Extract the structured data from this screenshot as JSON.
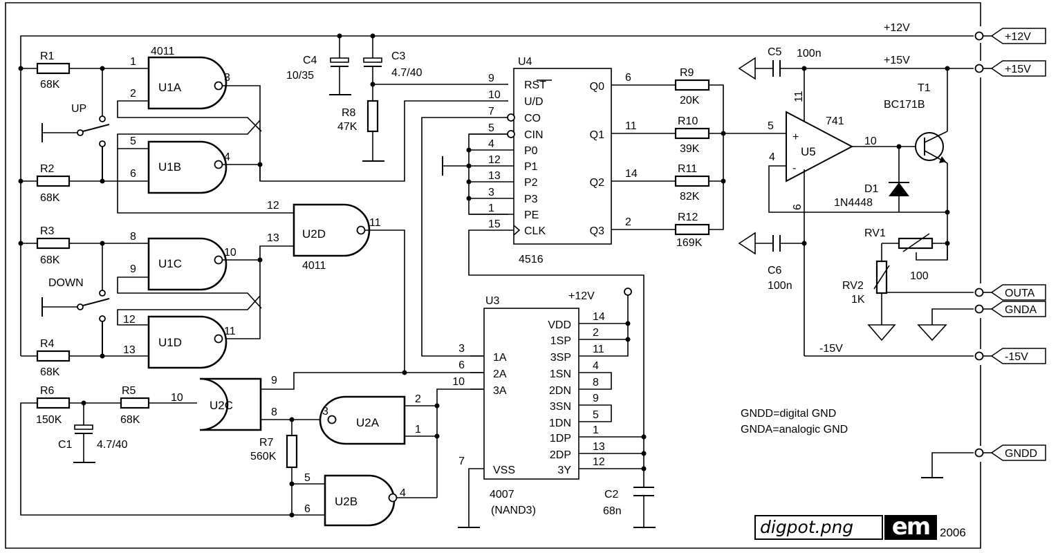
{
  "rails": {
    "p12": "+12V",
    "p15": "+15V",
    "m15": "-15V",
    "vcc_u3": "+12V"
  },
  "connectors": [
    {
      "id": "c-p12",
      "label": "+12V"
    },
    {
      "id": "c-p15",
      "label": "+15V"
    },
    {
      "id": "c-outa",
      "label": "OUTA"
    },
    {
      "id": "c-gnda",
      "label": "GNDA"
    },
    {
      "id": "c-m15",
      "label": "-15V"
    },
    {
      "id": "c-gndd",
      "label": "GNDD"
    }
  ],
  "resistors": {
    "R1": {
      "name": "R1",
      "value": "68K"
    },
    "R2": {
      "name": "R2",
      "value": "68K"
    },
    "R3": {
      "name": "R3",
      "value": "68K"
    },
    "R4": {
      "name": "R4",
      "value": "68K"
    },
    "R5": {
      "name": "R5",
      "value": "68K"
    },
    "R6": {
      "name": "R6",
      "value": "150K"
    },
    "R7": {
      "name": "R7",
      "value": "560K"
    },
    "R8": {
      "name": "R8",
      "value": "47K"
    },
    "R9": {
      "name": "R9",
      "value": "20K"
    },
    "R10": {
      "name": "R10",
      "value": "39K"
    },
    "R11": {
      "name": "R11",
      "value": "82K"
    },
    "R12": {
      "name": "R12",
      "value": "169K"
    }
  },
  "capacitors": {
    "C1": {
      "name": "C1",
      "value": "4.7/40"
    },
    "C2": {
      "name": "C2",
      "value": "68n"
    },
    "C3": {
      "name": "C3",
      "value": "4.7/40"
    },
    "C4": {
      "name": "C4",
      "value": "10/35"
    },
    "C5": {
      "name": "C5",
      "value": "100n"
    },
    "C6": {
      "name": "C6",
      "value": "100n"
    }
  },
  "switches": {
    "up": "UP",
    "down": "DOWN"
  },
  "gates": {
    "U1A": "U1A",
    "U1B": "U1B",
    "U1C": "U1C",
    "U1D": "U1D",
    "U2A": "U2A",
    "U2B": "U2B",
    "U2C": "U2C",
    "U2D": "U2D",
    "u1_type": "4011",
    "u2_type": "4011"
  },
  "u4": {
    "ref": "U4",
    "type": "4516",
    "left_pins": [
      "RST",
      "U/D",
      "CO",
      "CIN",
      "P0",
      "P1",
      "P2",
      "P3",
      "PE",
      "CLK"
    ],
    "left_nums": [
      "9",
      "10",
      "7",
      "5",
      "4",
      "12",
      "13",
      "3",
      "1",
      "15"
    ],
    "right_pins": [
      "Q0",
      "Q1",
      "Q2",
      "Q3"
    ],
    "right_nums": [
      "6",
      "11",
      "14",
      "2"
    ]
  },
  "u3": {
    "ref": "U3",
    "type": "4007",
    "subtitle": "(NAND3)",
    "left_pins": [
      "1A",
      "2A",
      "3A",
      "VSS"
    ],
    "left_nums": [
      "3",
      "6",
      "10",
      "7"
    ],
    "right_pins": [
      "VDD",
      "1SP",
      "3SP",
      "1SN",
      "2DN",
      "3SN",
      "1DN",
      "1DP",
      "2DP",
      "3Y"
    ],
    "right_nums": [
      "14",
      "2",
      "11",
      "4",
      "8",
      "9",
      "5",
      "1",
      "13",
      "12"
    ]
  },
  "u5": {
    "ref": "U5",
    "type": "741",
    "plus": "+",
    "minus": "-",
    "pin_in_p": "5",
    "pin_in_m": "4",
    "pin_out": "10",
    "pin_vp": "11",
    "pin_vm": "6"
  },
  "t1": {
    "ref": "T1",
    "type": "BC171B"
  },
  "d1": {
    "ref": "D1",
    "type": "1N4448"
  },
  "rv1": {
    "ref": "RV1",
    "value": "100"
  },
  "rv2": {
    "ref": "RV2",
    "value": "1K"
  },
  "pins": {
    "u1a": [
      "1",
      "2",
      "3"
    ],
    "u1b": [
      "5",
      "6",
      "4"
    ],
    "u1c": [
      "8",
      "9",
      "10"
    ],
    "u1d": [
      "12",
      "13",
      "11"
    ],
    "u2d": [
      "12",
      "13",
      "11"
    ],
    "u2c": [
      "10",
      "9",
      "8"
    ],
    "u2a": [
      "3",
      "2",
      "1"
    ],
    "u2b": [
      "5",
      "6",
      "4"
    ]
  },
  "notes": [
    "GNDD=digital GND",
    "GNDA=analogic GND"
  ],
  "footer": {
    "file": "digpot.png",
    "logo": "em",
    "year": "2006"
  }
}
